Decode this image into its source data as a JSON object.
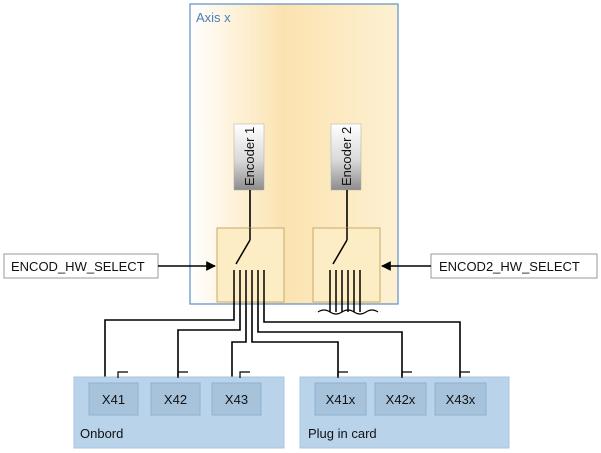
{
  "axis": {
    "label": "Axis x"
  },
  "encoders": [
    {
      "label": "Encoder 1"
    },
    {
      "label": "Encoder 2"
    }
  ],
  "selectors": [
    {
      "label": "ENCOD_HW_SELECT"
    },
    {
      "label": "ENCOD2_HW_SELECT"
    }
  ],
  "groups": {
    "onboard": {
      "label": "Onbord",
      "connectors": [
        "X41",
        "X42",
        "X43"
      ]
    },
    "plugin": {
      "label": "Plug in card",
      "connectors": [
        "X41x",
        "X42x",
        "X43x"
      ]
    }
  },
  "colors": {
    "axis_fill_center": "#fde7b5",
    "axis_border": "#5b8fc9",
    "axis_label": "#4a7fb8",
    "group_fill": "#b9d3ea",
    "connector_fill": "#a7c3dc",
    "line": "#000000"
  }
}
